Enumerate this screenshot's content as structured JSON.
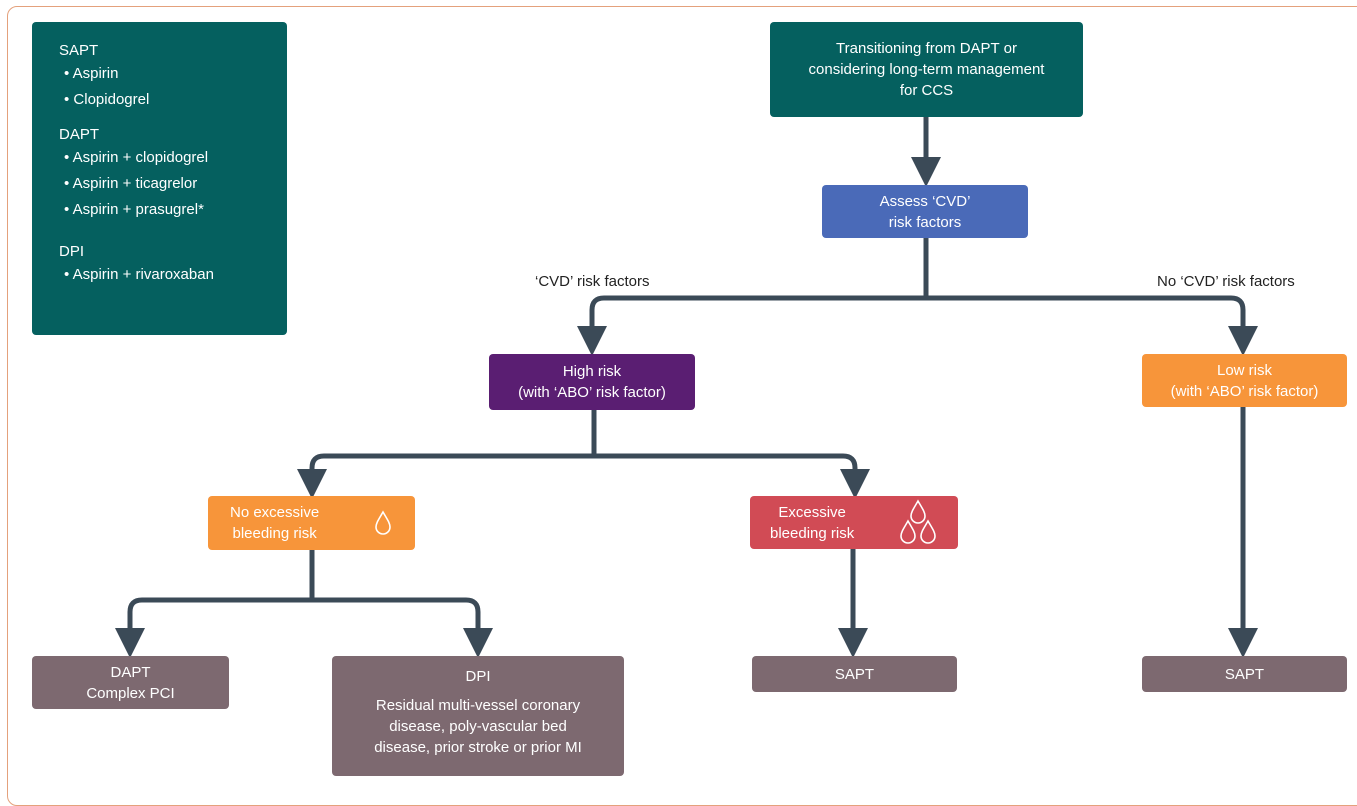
{
  "legend": {
    "groups": [
      {
        "heading": "SAPT",
        "items": [
          "• Aspirin",
          "• Clopidogrel"
        ]
      },
      {
        "heading": "DAPT",
        "items": [
          "• Aspirin + clopidogrel",
          "• Aspirin + ticagrelor",
          "• Aspirin + prasugrel*"
        ]
      },
      {
        "heading": "DPI",
        "items": [
          "• Aspirin + rivaroxaban"
        ]
      }
    ]
  },
  "start": {
    "lines": [
      "Transitioning from DAPT or",
      "considering long-term management",
      "for CCS"
    ]
  },
  "assess": {
    "lines": [
      "Assess ‘CVD’",
      "risk factors"
    ]
  },
  "branch_labels": {
    "left": "‘CVD’ risk factors",
    "right": "No ‘CVD’ risk factors"
  },
  "high_risk": {
    "lines": [
      "High risk",
      "(with ‘ABO’ risk factor)"
    ]
  },
  "low_risk": {
    "lines": [
      "Low risk",
      "(with ‘ABO’ risk factor)"
    ]
  },
  "no_excessive": {
    "lines": [
      "No excessive",
      "bleeding risk"
    ]
  },
  "excessive": {
    "lines": [
      "Excessive",
      "bleeding risk"
    ]
  },
  "outcomes": {
    "dapt": {
      "lines": [
        "DAPT",
        "Complex PCI"
      ]
    },
    "dpi": {
      "title": "DPI",
      "lines": [
        "Residual multi-vessel coronary",
        "disease, poly-vascular bed",
        "disease, prior stroke or prior MI"
      ]
    },
    "sapt_middle": {
      "label": "SAPT"
    },
    "sapt_right": {
      "label": "SAPT"
    }
  },
  "colors": {
    "teal": "#05605f",
    "blue": "#4a6ab8",
    "purple": "#5a1e72",
    "orange": "#f7953a",
    "red": "#d14b55",
    "mauve": "#7d6970",
    "connector": "#3b4a57",
    "frame": "#e4a17c"
  },
  "icons": {
    "single_drop": "drop-icon",
    "triple_drop": "drops-icon"
  }
}
